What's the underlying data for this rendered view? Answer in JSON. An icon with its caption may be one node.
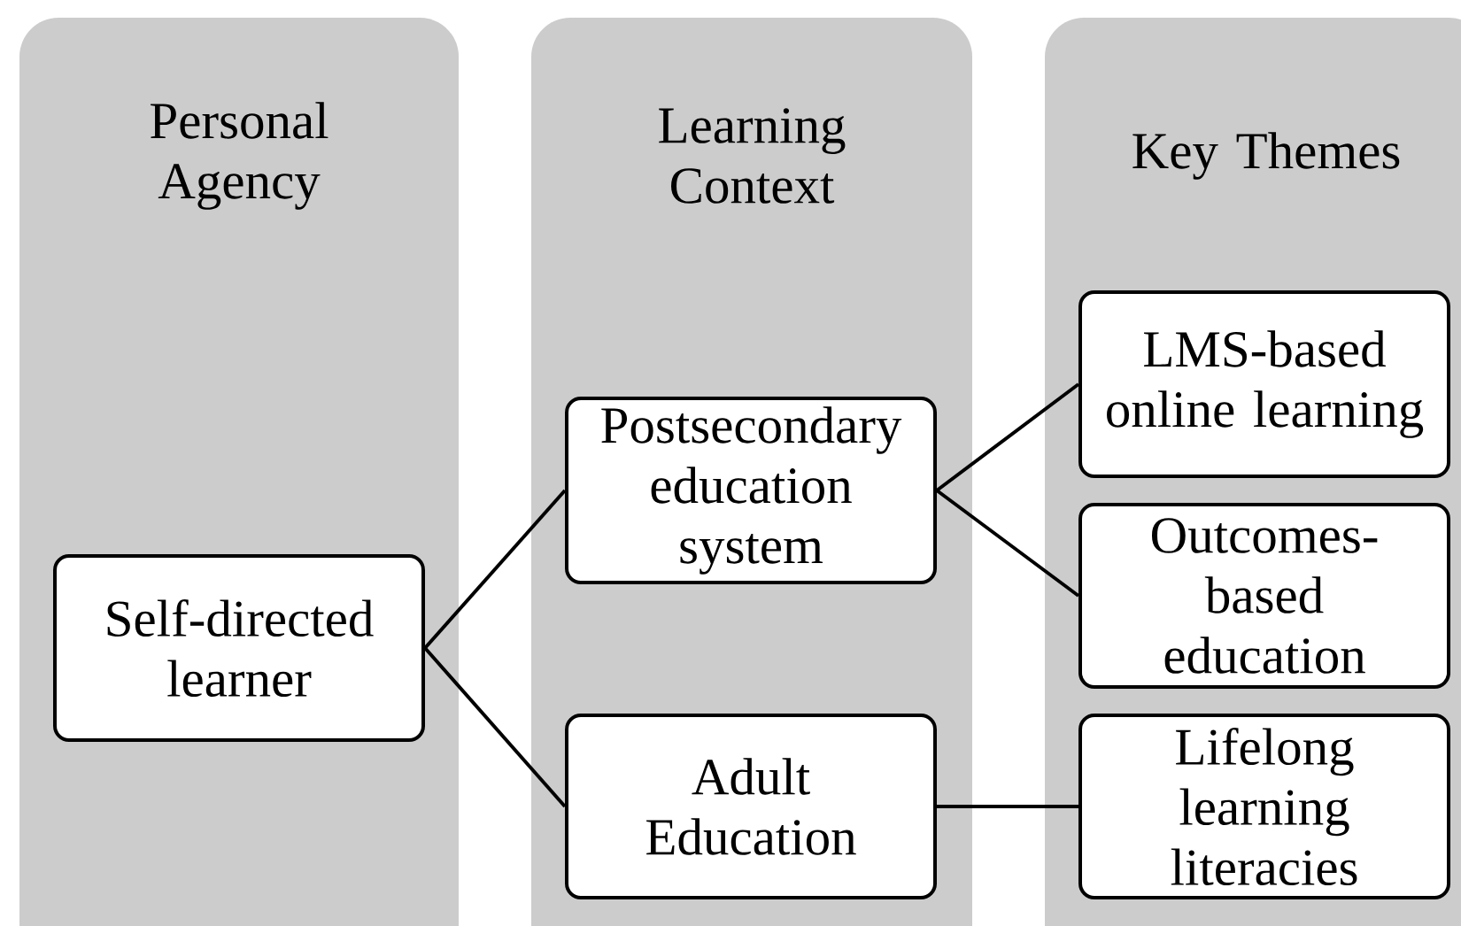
{
  "diagram": {
    "nodes": [
      {
        "text": [
          "Personal Agency"
        ]
      },
      {
        "text": [
          "Self-directed learner"
        ],
        "in": 0
      },
      {
        "text": [
          "Learning Context"
        ]
      },
      {
        "text": [
          "Postsecondary education system"
        ],
        "in": 2
      },
      {
        "text": [
          "Adult Education"
        ],
        "in": 2
      },
      {
        "text": [
          "Key Themes"
        ]
      },
      {
        "text": [
          "LMS-based online learning"
        ],
        "in": 5
      },
      {
        "text": [
          "Outcomes-based education"
        ],
        "in": 5
      },
      {
        "text": [
          "Lifelong learning literacies"
        ],
        "in": 5
      }
    ],
    "edges": [
      {
        "from": 1,
        "to": 3,
        "arrow": "none"
      },
      {
        "from": 1,
        "to": 4,
        "arrow": "none"
      },
      {
        "from": 3,
        "to": 6,
        "arrow": "none"
      },
      {
        "from": 3,
        "to": 7,
        "arrow": "none"
      },
      {
        "from": 4,
        "to": 8,
        "arrow": "none"
      }
    ]
  }
}
